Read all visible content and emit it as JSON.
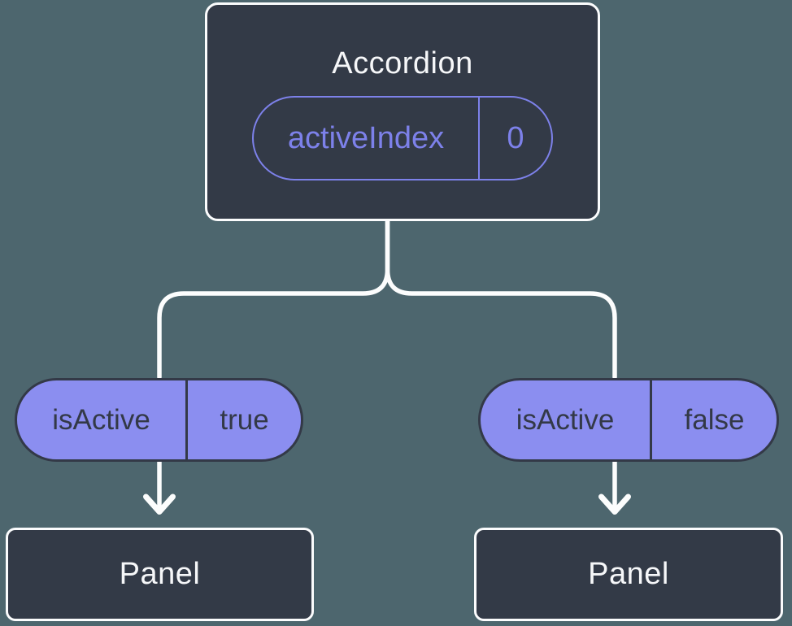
{
  "diagram": {
    "root": {
      "title": "Accordion",
      "prop_name": "activeIndex",
      "prop_value": "0"
    },
    "children": [
      {
        "prop_name": "isActive",
        "prop_value": "true",
        "panel_label": "Panel"
      },
      {
        "prop_name": "isActive",
        "prop_value": "false",
        "panel_label": "Panel"
      }
    ]
  },
  "colors": {
    "background": "#4D666E",
    "node_fill": "#333A47",
    "node_border": "#FBFCFD",
    "connector": "#FCFDFD",
    "accent_outline": "#7D81EA",
    "pill_fill": "#8B8EF0",
    "pill_border_text": "#333947",
    "title_text": "#F6F7F9"
  }
}
